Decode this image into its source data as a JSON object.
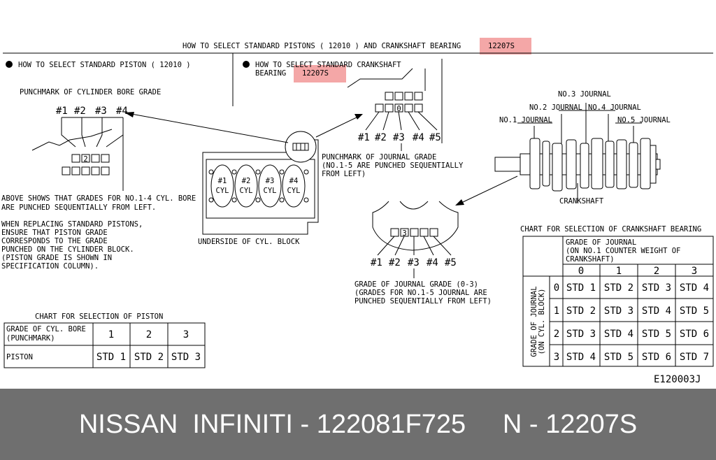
{
  "header": {
    "title_prefix": "HOW TO SELECT STANDARD PISTONS ( 12010   ) AND CRANKSHAFT BEARING",
    "title_part": "12207S",
    "highlight_color": "#f08a8a"
  },
  "piston_section": {
    "heading": "HOW TO SELECT STANDARD PISTON ( 12010  )",
    "punchmark_label": "PUNCHMARK OF CYLINDER BORE GRADE",
    "cyl_numbers": [
      "#1",
      "#2",
      "#3",
      "#4"
    ],
    "punched_grade": "2",
    "note1_lines": [
      "ABOVE SHOWS THAT GRADES FOR NO.1-4 CYL. BORE",
      "ARE PUNCHED SEQUENTIALLY FROM LEFT."
    ],
    "note2_lines": [
      "WHEN REPLACING STANDARD PISTONS,",
      "ENSURE THAT PISTON GRADE",
      "CORRESPONDS TO THE GRADE",
      "PUNCHED ON THE CYLINDER BLOCK.",
      "(PISTON GRADE IS SHOWN IN",
      "SPECIFICATION COLUMN)."
    ],
    "block_cyl_labels": [
      "#1",
      "#2",
      "#3",
      "#4"
    ],
    "block_cyl_word": "CYL",
    "block_caption": "UNDERSIDE OF CYL. BLOCK"
  },
  "piston_table": {
    "title": "CHART FOR SELECTION OF PISTON",
    "row1_label_lines": [
      "GRADE OF CYL. BORE",
      "(PUNCHMARK)"
    ],
    "grades": [
      "1",
      "2",
      "3"
    ],
    "row2_label": "PISTON",
    "pistons": [
      "STD 1",
      "STD 2",
      "STD 3"
    ]
  },
  "bearing_section": {
    "heading_line1": "HOW TO SELECT STANDARD CRANKSHAFT",
    "heading_line2_prefix": "BEARING",
    "part_number": "12207S",
    "journal_grade_value": "0",
    "journal_numbers": [
      "#1",
      "#2",
      "#3",
      "#4",
      "#5"
    ],
    "punchmark_lines": [
      "PUNCHMARK OF JOURNAL GRADE",
      "(NO.1-5 ARE PUNCHED SEQUENTIALLY",
      "FROM LEFT)"
    ],
    "crank_grade_value": "3",
    "crank_grade_lines": [
      "GRADE OF JOURNAL GRADE (0-3)",
      "(GRADES FOR NO.1-5 JOURNAL ARE",
      "PUNCHED SEQUENTIALLY FROM LEFT)"
    ]
  },
  "crankshaft": {
    "journals": [
      "NO.1 JOURNAL",
      "NO.2 JOURNAL",
      "NO.3 JOURNAL",
      "NO.4 JOURNAL",
      "NO.5 JOURNAL"
    ],
    "caption": "CRANKSHAFT"
  },
  "bearing_table": {
    "title": "CHART FOR SELECTION OF CRANKSHAFT BEARING",
    "col_header_lines": [
      "GRADE OF JOURNAL",
      "(ON NO.1 COUNTER WEIGHT OF",
      "CRANKSHAFT)"
    ],
    "col_grades": [
      "0",
      "1",
      "2",
      "3"
    ],
    "row_header_lines": [
      "GRADE OF JOURNAL",
      "(ON CYL. BLOCK)"
    ],
    "row_grades": [
      "0",
      "1",
      "2",
      "3"
    ],
    "cells": [
      [
        "STD 1",
        "STD 2",
        "STD 3",
        "STD 4"
      ],
      [
        "STD 2",
        "STD 3",
        "STD 4",
        "STD 5"
      ],
      [
        "STD 3",
        "STD 4",
        "STD 5",
        "STD 6"
      ],
      [
        "STD 4",
        "STD 5",
        "STD 6",
        "STD 7"
      ]
    ]
  },
  "figure_code": "E120003J",
  "footer": {
    "text": "NISSAN  INFINITI - 122081F725     N - 12207S"
  }
}
